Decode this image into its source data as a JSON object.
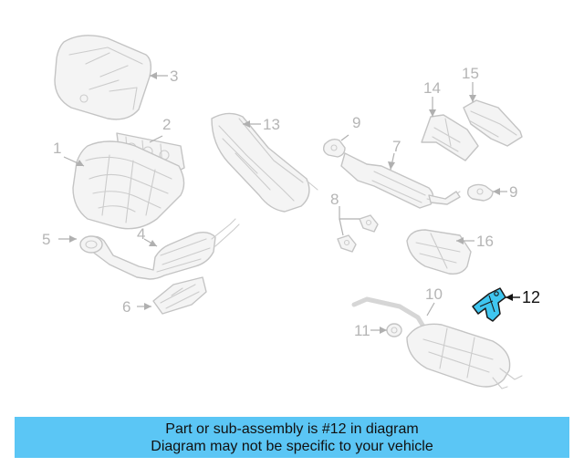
{
  "diagram": {
    "highlighted_part": "12",
    "highlight_color": "#3fc6f0",
    "callouts": {
      "c1": "1",
      "c2": "2",
      "c3": "3",
      "c4": "4",
      "c5": "5",
      "c6": "6",
      "c7": "7",
      "c8": "8",
      "c9a": "9",
      "c9b": "9",
      "c10": "10",
      "c11": "11",
      "c12": "12",
      "c13": "13",
      "c14": "14",
      "c15": "15",
      "c16": "16"
    }
  },
  "banner": {
    "line1": "Part or sub-assembly is #12 in diagram",
    "line2": "Diagram may not be specific to your vehicle",
    "background": "#5bc6f5"
  }
}
